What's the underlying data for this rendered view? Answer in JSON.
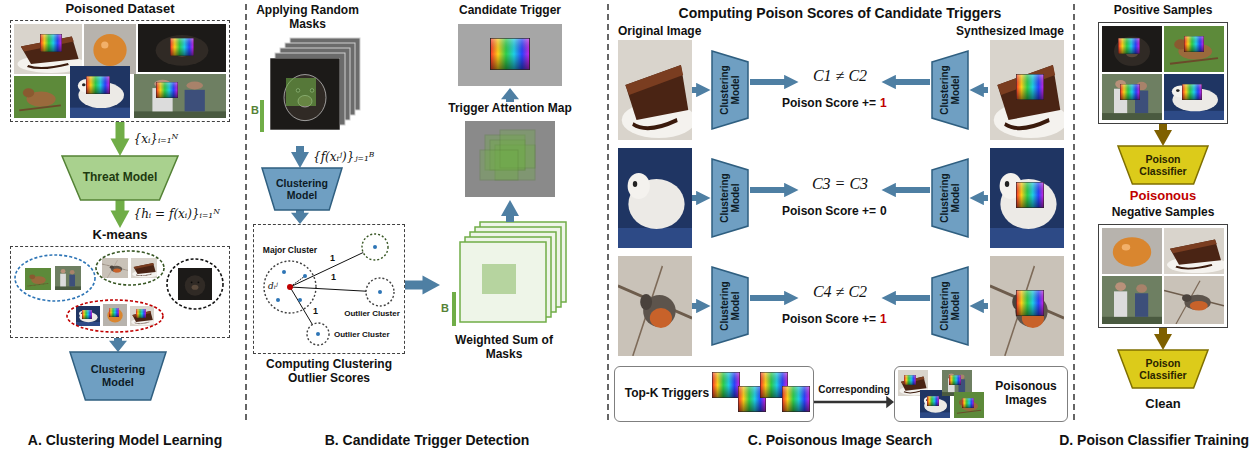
{
  "diagram": {
    "nodes": [
      {
        "text": [
          "Poisoned Dataset"
        ]
      },
      {
        "text": [
          "Threat Model"
        ]
      },
      {
        "text": [
          "K-means"
        ]
      },
      {
        "text": [
          "Clustering Model"
        ]
      },
      {
        "text": [
          "Applying Random Masks"
        ]
      },
      {
        "text": [
          "Clustering Model"
        ]
      },
      {
        "text": [
          "Computing Clustering Outlier Scores"
        ]
      },
      {
        "text": [
          "Weighted Sum of Masks"
        ]
      },
      {
        "text": [
          "Trigger Attention Map"
        ]
      },
      {
        "text": [
          "Candidate Trigger"
        ]
      },
      {
        "text": [
          "Clustering Model"
        ]
      },
      {
        "text": [
          "Clustering Model"
        ]
      },
      {
        "text": [
          "Clustering Model"
        ]
      },
      {
        "text": [
          "Clustering Model"
        ]
      },
      {
        "text": [
          "Clustering Model"
        ]
      },
      {
        "text": [
          "Clustering Model"
        ]
      },
      {
        "text": [
          "Top-K Triggers"
        ]
      },
      {
        "text": [
          "Poisonous Images"
        ]
      },
      {
        "text": [
          "Positive Samples"
        ]
      },
      {
        "text": [
          "Poison Classifier"
        ]
      },
      {
        "text": [
          "Negative Samples"
        ]
      },
      {
        "text": [
          "Poison Classifier"
        ]
      }
    ],
    "edges": [
      {
        "from": 0,
        "to": 1,
        "arrow": "to",
        "label": "{xᵢ}ᵢ₌₁ᴺ"
      },
      {
        "from": 1,
        "to": 2,
        "arrow": "to",
        "label": "{hᵢ = f(xᵢ)}ᵢ₌₁ᴺ"
      },
      {
        "from": 2,
        "to": 3,
        "arrow": "to"
      },
      {
        "from": 4,
        "to": 5,
        "arrow": "to",
        "label": "{f(xᵢʲ)}ⱼ₌₁ᴮ"
      },
      {
        "from": 5,
        "to": 6,
        "arrow": "to"
      },
      {
        "from": 6,
        "to": 7,
        "arrow": "to"
      },
      {
        "from": 7,
        "to": 8,
        "arrow": "to"
      },
      {
        "from": 8,
        "to": 9,
        "arrow": "to"
      },
      {
        "from": 16,
        "to": 17,
        "arrow": "to",
        "label": "Corresponding"
      },
      {
        "from": 18,
        "to": 19,
        "arrow": "to"
      },
      {
        "from": 20,
        "to": 21,
        "arrow": "to"
      }
    ],
    "labels": [
      "A. Clustering Model Learning",
      "B. Candidate Trigger Detection",
      "C. Poisonous Image Search",
      "D. Poison Classifier Training",
      "B",
      "Major Cluster",
      "dᵢʲ",
      "1",
      "1",
      "Outlier Cluster",
      "1",
      "Outlier Cluster",
      "B",
      "Computing Poison Scores of Candidate Triggers",
      "Original Image",
      "Synthesized Image",
      "C1 ≠ C2",
      "Poison Score +=",
      "1",
      "C3 = C3",
      "Poison Score +=",
      "0",
      "C4 ≠ C2",
      "Poison Score +=",
      "1",
      "Poisonous",
      "Clean"
    ]
  }
}
